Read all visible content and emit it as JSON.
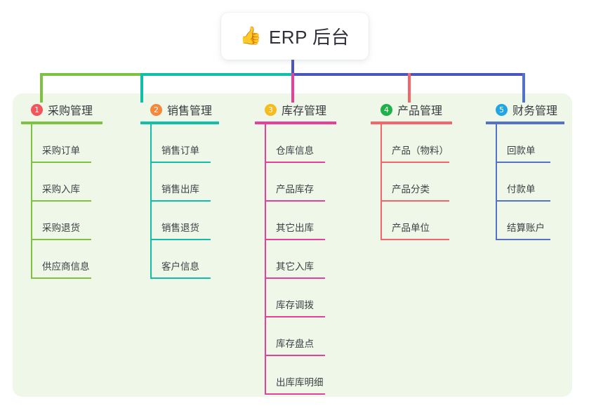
{
  "root": {
    "icon": "thumbs-up-icon",
    "emoji": "👍",
    "title": "ERP 后台"
  },
  "panel": {
    "background": "#eef7e8"
  },
  "trunk": {
    "color": "#4a56c0"
  },
  "connector_bar": {
    "segments": [
      {
        "name": "green-segment",
        "color": "#7fc141"
      },
      {
        "name": "teal-segment",
        "color": "#10bfa5"
      },
      {
        "name": "indigo-segment",
        "color": "#4a56c0"
      }
    ]
  },
  "columns": [
    {
      "number": "1",
      "title": "采购管理",
      "badge_color": "#f2565c",
      "line_color": "#7fc141",
      "stem_color": "#7fc141",
      "items": [
        {
          "label": "采购订单"
        },
        {
          "label": "采购入库"
        },
        {
          "label": "采购退货"
        },
        {
          "label": "供应商信息"
        }
      ]
    },
    {
      "number": "2",
      "title": "销售管理",
      "badge_color": "#f5883c",
      "line_color": "#10bfa5",
      "stem_color": "#10bfa5",
      "items": [
        {
          "label": "销售订单"
        },
        {
          "label": "销售出库"
        },
        {
          "label": "销售退货"
        },
        {
          "label": "客户信息"
        }
      ]
    },
    {
      "number": "3",
      "title": "库存管理",
      "badge_color": "#f6bb1c",
      "line_color": "#e8409a",
      "stem_color": "#e8409a",
      "items": [
        {
          "label": "仓库信息"
        },
        {
          "label": "产品库存"
        },
        {
          "label": "其它出库"
        },
        {
          "label": "其它入库"
        },
        {
          "label": "库存调拨"
        },
        {
          "label": "库存盘点"
        },
        {
          "label": "出库库明细"
        }
      ]
    },
    {
      "number": "4",
      "title": "产品管理",
      "badge_color": "#21b14b",
      "line_color": "#f4656a",
      "stem_color": "#f4656a",
      "items": [
        {
          "label": "产品（物料）"
        },
        {
          "label": "产品分类"
        },
        {
          "label": "产品单位"
        }
      ]
    },
    {
      "number": "5",
      "title": "财务管理",
      "badge_color": "#22a5e3",
      "line_color": "#5573c6",
      "stem_color": "#5573c6",
      "items": [
        {
          "label": "回款单"
        },
        {
          "label": "付款单"
        },
        {
          "label": "结算账户"
        }
      ]
    }
  ]
}
